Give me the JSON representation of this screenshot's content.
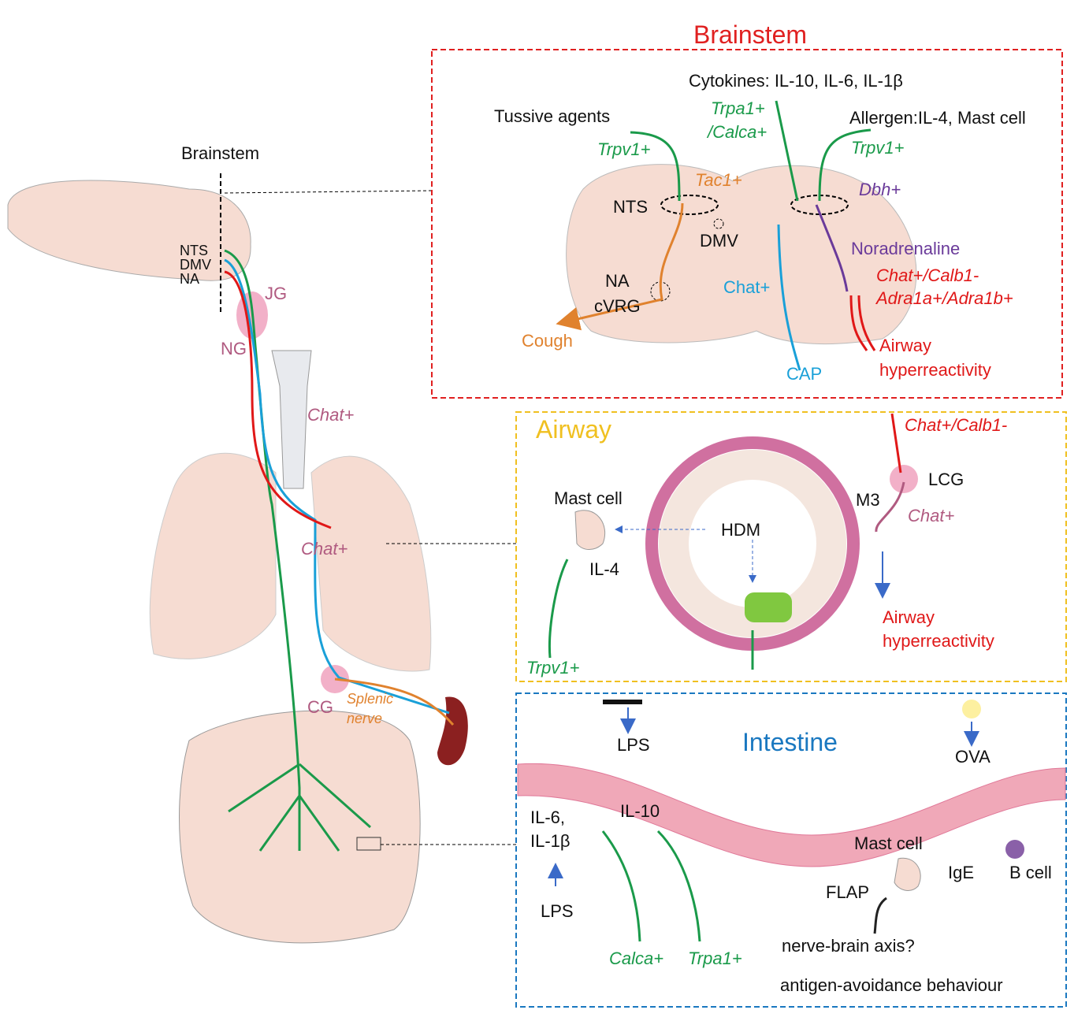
{
  "colors": {
    "brainstem": "#e02020",
    "airway": "#f0c020",
    "intestine": "#1a78c0",
    "sensory": "#1a9a4a",
    "vagal_motor": "#1aa0d8",
    "tac1": "#e0822e",
    "dbh": "#6a3a9a",
    "chat_calb1": "#e01818",
    "tissue": "#f6dcd2"
  },
  "overview": {
    "brainstem": "Brainstem",
    "nts": "NTS",
    "dmv": "DMV",
    "na": "NA",
    "jg": "JG",
    "ng": "NG",
    "chat_trachea": "Chat+",
    "chat_lung": "Chat+",
    "cg": "CG",
    "splenic_1": "Splenic",
    "splenic_2": "nerve"
  },
  "brainstem_panel": {
    "title": "Brainstem",
    "cytokines": "Cytokines:  IL-10, IL-6, IL-1β",
    "tussive": "Tussive agents",
    "trpv1_left": "Trpv1+",
    "trpa1": "Trpa1+",
    "calca": "/Calca+",
    "allergen": "Allergen:IL-4, Mast cell",
    "trpv1_right": "Trpv1+",
    "tac1": "Tac1+",
    "dbh": "Dbh+",
    "nts": "NTS",
    "dmv": "DMV",
    "na": "NA",
    "cvrg": "cVRG",
    "cough": "Cough",
    "chat": "Chat+",
    "noradrenaline": "Noradrenaline",
    "chat_calb1": "Chat+/Calb1-",
    "adra": "Adra1a+/Adra1b+",
    "cap": "CAP",
    "ahr_1": "Airway",
    "ahr_2": "hyperreactivity"
  },
  "airway_panel": {
    "title": "Airway",
    "chat_calb1": "Chat+/Calb1-",
    "lcg": "LCG",
    "m3": "M3",
    "chat": "Chat+",
    "mast_cell": "Mast cell",
    "hdm": "HDM",
    "il4": "IL-4",
    "trpv1": "Trpv1+",
    "ahr_1": "Airway",
    "ahr_2": "hyperreactivity"
  },
  "intestine_panel": {
    "title": "Intestine",
    "lps_top": "LPS",
    "ova": "OVA",
    "il6": "IL-6,",
    "il1b": "IL-1β",
    "il10": "IL-10",
    "lps_bottom": "LPS",
    "mast_cell": "Mast cell",
    "ige": "IgE",
    "b_cell": "B cell",
    "flap": "FLAP",
    "axis": "nerve-brain axis?",
    "behaviour": "antigen-avoidance behaviour",
    "calca": "Calca+",
    "trpa1": "Trpa1+"
  }
}
